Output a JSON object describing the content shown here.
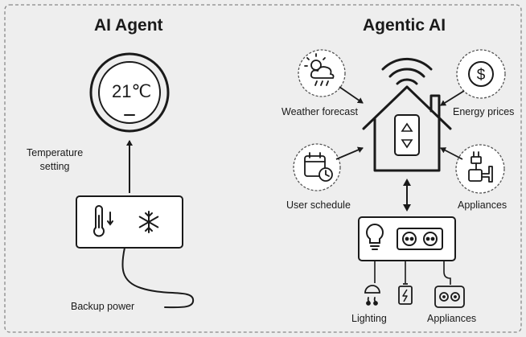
{
  "left_panel": {
    "title": "AI Agent",
    "thermostat_display": "21℃",
    "temperature_label_line1": "Temperature",
    "temperature_label_line2": "setting",
    "backup_power_label": "Backup power"
  },
  "right_panel": {
    "title": "Agentic AI",
    "inputs": {
      "weather": "Weather forecast",
      "energy": "Energy prices",
      "schedule": "User schedule",
      "appliances": "Appliances"
    },
    "outputs": {
      "lighting": "Lighting",
      "appliances": "Appliances"
    }
  },
  "colors": {
    "background": "#eeeeee",
    "stroke": "#1a1a1a",
    "panel_fill": "#ffffff",
    "border_dash": "#888888"
  },
  "icons": [
    "thermometer-icon",
    "snowflake-icon",
    "wifi-icon",
    "sun-cloud-rain-icon",
    "dollar-icon",
    "calendar-clock-icon",
    "plug-icon",
    "bulb-icon",
    "outlet-icon",
    "battery-icon",
    "home-icon",
    "up-down-arrows-icon"
  ]
}
